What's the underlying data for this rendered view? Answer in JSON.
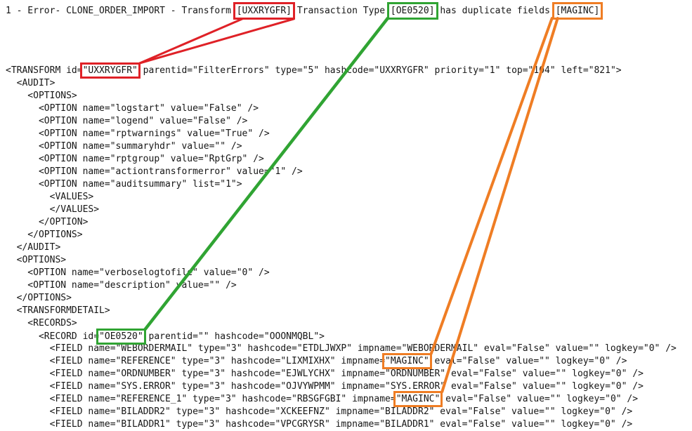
{
  "colors": {
    "red": "#df2127",
    "green": "#30a433",
    "orange": "#ef7d24",
    "text": "#161616",
    "background": "#ffffff"
  },
  "error_banner": {
    "segments": [
      {
        "text": "1 - Error- CLONE_ORDER_IMPORT - Transform "
      },
      {
        "text": "[UXXRYGFR]",
        "box": "red",
        "id": "src-red"
      },
      {
        "text": " Transaction Type "
      },
      {
        "text": "[OE0520]",
        "box": "green",
        "id": "src-green"
      },
      {
        "text": " has duplicate fields "
      },
      {
        "text": "[MAGINC]",
        "box": "orange",
        "id": "src-orange"
      }
    ]
  },
  "xml": {
    "lines": [
      {
        "segments": [
          {
            "text": "<TRANSFORM id="
          },
          {
            "text": "\"UXXRYGFR\"",
            "box": "red",
            "id": "tgt-red"
          },
          {
            "text": " parentid=\"FilterErrors\" type=\"5\" hashcode=\"UXXRYGFR\" priority=\"1\" top=\"104\" left=\"821\">"
          }
        ]
      },
      {
        "segments": [
          {
            "text": "  <AUDIT>"
          }
        ]
      },
      {
        "segments": [
          {
            "text": "    <OPTIONS>"
          }
        ]
      },
      {
        "segments": [
          {
            "text": "      <OPTION name=\"logstart\" value=\"False\" />"
          }
        ]
      },
      {
        "segments": [
          {
            "text": "      <OPTION name=\"logend\" value=\"False\" />"
          }
        ]
      },
      {
        "segments": [
          {
            "text": "      <OPTION name=\"rptwarnings\" value=\"True\" />"
          }
        ]
      },
      {
        "segments": [
          {
            "text": "      <OPTION name=\"summaryhdr\" value=\"\" />"
          }
        ]
      },
      {
        "segments": [
          {
            "text": "      <OPTION name=\"rptgroup\" value=\"RptGrp\" />"
          }
        ]
      },
      {
        "segments": [
          {
            "text": "      <OPTION name=\"actiontransformerror\" value=\"1\" />"
          }
        ]
      },
      {
        "segments": [
          {
            "text": "      <OPTION name=\"auditsummary\" list=\"1\">"
          }
        ]
      },
      {
        "segments": [
          {
            "text": "        <VALUES>"
          }
        ]
      },
      {
        "segments": [
          {
            "text": "        </VALUES>"
          }
        ]
      },
      {
        "segments": [
          {
            "text": "      </OPTION>"
          }
        ]
      },
      {
        "segments": [
          {
            "text": "    </OPTIONS>"
          }
        ]
      },
      {
        "segments": [
          {
            "text": "  </AUDIT>"
          }
        ]
      },
      {
        "segments": [
          {
            "text": "  <OPTIONS>"
          }
        ]
      },
      {
        "segments": [
          {
            "text": "    <OPTION name=\"verboselogtofile\" value=\"0\" />"
          }
        ]
      },
      {
        "segments": [
          {
            "text": "    <OPTION name=\"description\" value=\"\" />"
          }
        ]
      },
      {
        "segments": [
          {
            "text": "  </OPTIONS>"
          }
        ]
      },
      {
        "segments": [
          {
            "text": "  <TRANSFORMDETAIL>"
          }
        ]
      },
      {
        "segments": [
          {
            "text": "    <RECORDS>"
          }
        ]
      },
      {
        "segments": [
          {
            "text": "      <RECORD id="
          },
          {
            "text": "\"OE0520\"",
            "box": "green",
            "id": "tgt-green"
          },
          {
            "caret": true
          },
          {
            "text": " parentid=\"\" hashcode=\"OOONMQBL\">"
          }
        ]
      },
      {
        "segments": [
          {
            "text": "        <FIELD name=\"WEBORDERMAIL\" type=\"3\" hashcode=\"ETDLJWXP\" impname=\"WEBORDERMAIL\" eval=\"False\" value=\"\" logkey=\"0\" />"
          }
        ]
      },
      {
        "segments": [
          {
            "text": "        <FIELD name=\"REFERENCE\" type=\"3\" hashcode=\"LIXMIXHX\" impname="
          },
          {
            "text": "\"MAGINC\"",
            "box": "orange",
            "id": "tgt-orange-1"
          },
          {
            "text": " eval=\"False\" value=\"\" logkey=\"0\" />"
          }
        ]
      },
      {
        "segments": [
          {
            "text": "        <FIELD name=\"ORDNUMBER\" type=\"3\" hashcode=\"EJWLYCHX\" impname=\"ORDNUMBER\" eval=\"False\" value=\"\" logkey=\"0\" />"
          }
        ]
      },
      {
        "segments": [
          {
            "text": "        <FIELD name=\"SYS.ERROR\" type=\"3\" hashcode=\"OJVYWPMM\" impname=\"SYS.ERROR\" eval=\"False\" value=\"\" logkey=\"0\" />"
          }
        ]
      },
      {
        "segments": [
          {
            "text": "        <FIELD name=\"REFERENCE_1\" type=\"3\" hashcode=\"RBSGFGBI\" impname="
          },
          {
            "text": "\"MAGINC\"",
            "box": "orange",
            "id": "tgt-orange-2"
          },
          {
            "text": " eval=\"False\" value=\"\" logkey=\"0\" />"
          }
        ]
      },
      {
        "segments": [
          {
            "text": "        <FIELD name=\"BILADDR2\" type=\"3\" hashcode=\"XCKEEFNZ\" impname=\"BILADDR2\" eval=\"False\" value=\"\" logkey=\"0\" />"
          }
        ]
      },
      {
        "segments": [
          {
            "text": "        <FIELD name=\"BILADDR1\" type=\"3\" hashcode=\"VPCGRYSR\" impname=\"BILADDR1\" eval=\"False\" value=\"\" logkey=\"0\" />"
          }
        ]
      }
    ]
  },
  "connectors": [
    {
      "color": "red",
      "kind": "wedge",
      "from": "src-red",
      "to": "tgt-red",
      "width": 3
    },
    {
      "color": "green",
      "kind": "line",
      "from": "src-green",
      "to": "tgt-green",
      "width": 4.5,
      "src_dx": 1
    },
    {
      "color": "orange",
      "kind": "line",
      "from": "src-orange",
      "to": "tgt-orange-1",
      "width": 4,
      "src_dx": 0
    },
    {
      "color": "orange",
      "kind": "line",
      "from": "src-orange",
      "to": "tgt-orange-2",
      "width": 4,
      "src_dx": 8
    }
  ]
}
